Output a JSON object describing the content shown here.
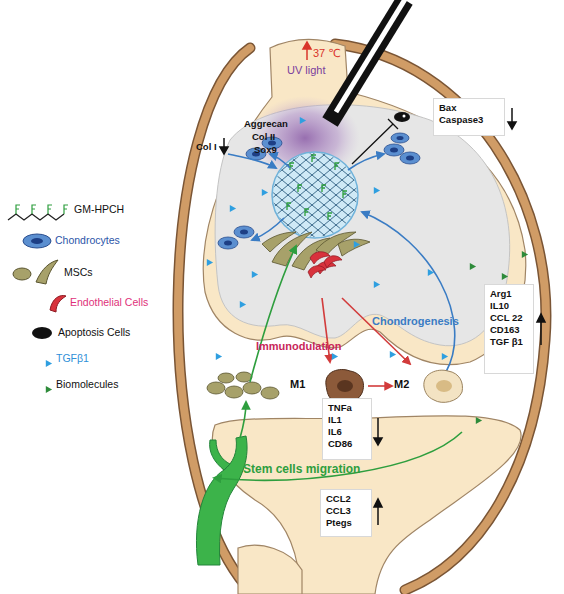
{
  "diagram": {
    "nodes": [
      {
        "text": [
          "Bax",
          "Caspase3"
        ]
      },
      {
        "text": [
          "Arg1",
          "IL10",
          "CCL 22",
          "CD163",
          "TGF β1"
        ]
      },
      {
        "text": [
          "M1"
        ]
      },
      {
        "text": [
          "M2"
        ]
      },
      {
        "text": [
          "TNFa",
          "IL1",
          "IL6",
          "CD86"
        ]
      },
      {
        "text": [
          "CCL2",
          "CCL3",
          "Ptegs"
        ]
      }
    ],
    "edges": [
      {
        "from": 2,
        "to": 3,
        "arrow": "to"
      }
    ],
    "labels": [
      "37 ℃",
      "UV light",
      "Aggrecan",
      "Col II",
      "Sox9",
      "Col I",
      "Chondrogenesis",
      "Immunodulation",
      "Stem cells migration"
    ],
    "legend": [
      {
        "text": "GM-HPCH"
      },
      {
        "text": "Chondrocytes"
      },
      {
        "text": "MSCs"
      },
      {
        "text": "Endothelial Cells"
      },
      {
        "text": "Apoptosis Cells"
      },
      {
        "text": "TGFβ1"
      },
      {
        "text": "Biomolecules"
      }
    ]
  }
}
